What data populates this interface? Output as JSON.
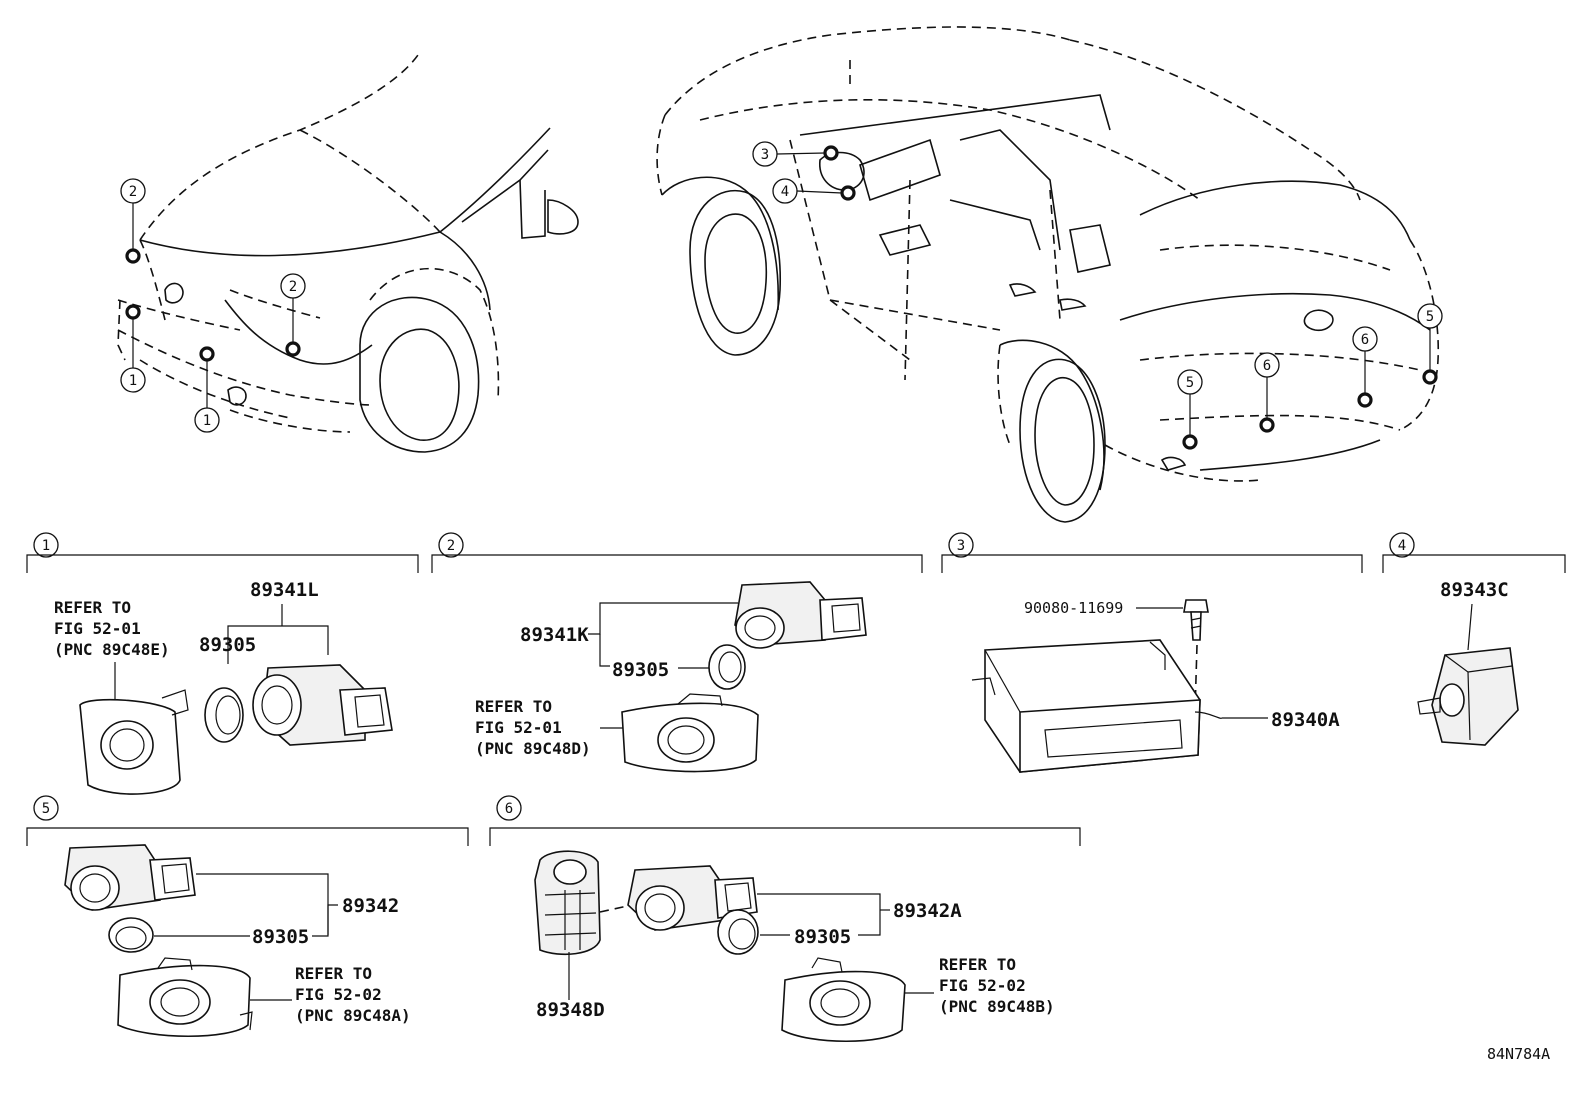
{
  "callouts": [
    "1",
    "2",
    "3",
    "4",
    "5",
    "6"
  ],
  "parts": {
    "p_89341L": "89341L",
    "p_89305": "89305",
    "p_89341K": "89341K",
    "p_90080": "90080-11699",
    "p_89340A": "89340A",
    "p_89343C": "89343C",
    "p_89342": "89342",
    "p_89342A": "89342A",
    "p_89348D": "89348D"
  },
  "refs": {
    "r1": [
      "REFER TO",
      "FIG 52-01",
      "(PNC 89C48E)"
    ],
    "r2": [
      "REFER TO",
      "FIG 52-01",
      "(PNC 89C48D)"
    ],
    "r5": [
      "REFER TO",
      "FIG 52-02",
      "(PNC 89C48A)"
    ],
    "r6": [
      "REFER TO",
      "FIG 52-02",
      "(PNC 89C48B)"
    ]
  },
  "diagram_code": "84N784A",
  "icons": [
    "front-vehicle-outline",
    "rear-vehicle-outline",
    "ultrasonic-sensor",
    "sensor-retainer",
    "sensor-ring",
    "ecu-module",
    "bolt",
    "camera-module",
    "bumper-bracket"
  ]
}
